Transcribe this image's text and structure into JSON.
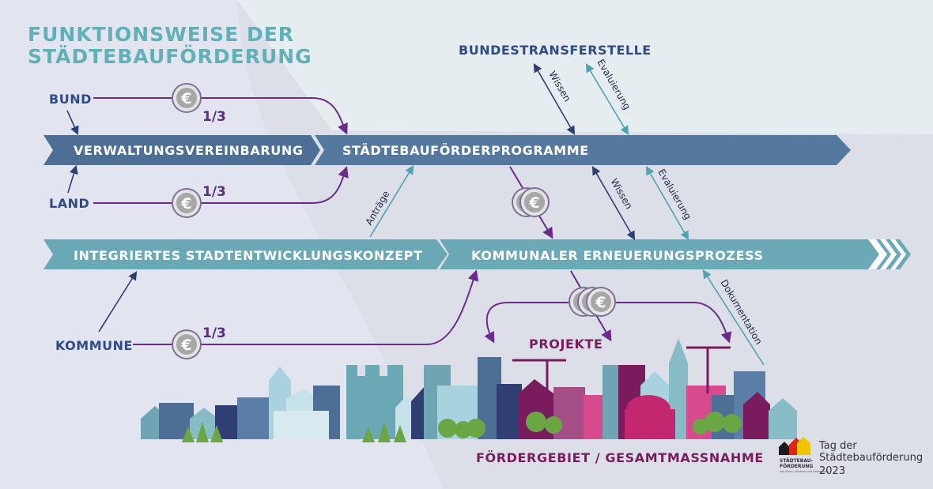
{
  "title": {
    "line1": "FUNKTIONSWEISE DER",
    "line2": "STÄDTEBAUFÖRDERUNG"
  },
  "actors": {
    "bund": "BUND",
    "land": "LAND",
    "kommune": "KOMMUNE",
    "bundestransferstelle": "BUNDESTRANSFERSTELLE"
  },
  "fractions": {
    "bund": "1/3",
    "land": "1/3",
    "kommune": "1/3"
  },
  "bands": {
    "verwaltungsvereinbarung": "VERWALTUNGSVEREINBARUNG",
    "programme": "STÄDTEBAUFÖRDERPROGRAMME",
    "isek": "INTEGRIERTES STADTENTWICKLUNGSKONZEPT",
    "prozess": "KOMMUNALER ERNEUERUNGSPROZESS"
  },
  "arrow_labels": {
    "wissen_top": "Wissen",
    "evaluierung_top": "Evaluierung",
    "antraege": "Anträge",
    "wissen_mid": "Wissen",
    "evaluierung_mid": "Evaluierung",
    "dokumentation": "Dokumentation"
  },
  "coin_symbol": "€",
  "projekte": "PROJEKTE",
  "foerdergebiet": "FÖRDERGEBIET / GESAMTMASSNAHME",
  "logo": {
    "small_line1": "STÄDTEBAU-",
    "small_line2": "FÖRDERUNG",
    "tiny": "von Bund, Ländern und Gemeinden",
    "line1": "Tag der",
    "line2": "Städtebauförderung",
    "year": "2023"
  },
  "colors": {
    "title": "#5fb0b7",
    "label": "#2f4a85",
    "band_dark": "#4e6f95",
    "band_teal": "#69a8b4",
    "arrow_purple": "#6b2b8c",
    "arrow_navy": "#2f3f73",
    "arrow_teal": "#4fa2b0",
    "text_magenta": "#7a1b5e"
  }
}
